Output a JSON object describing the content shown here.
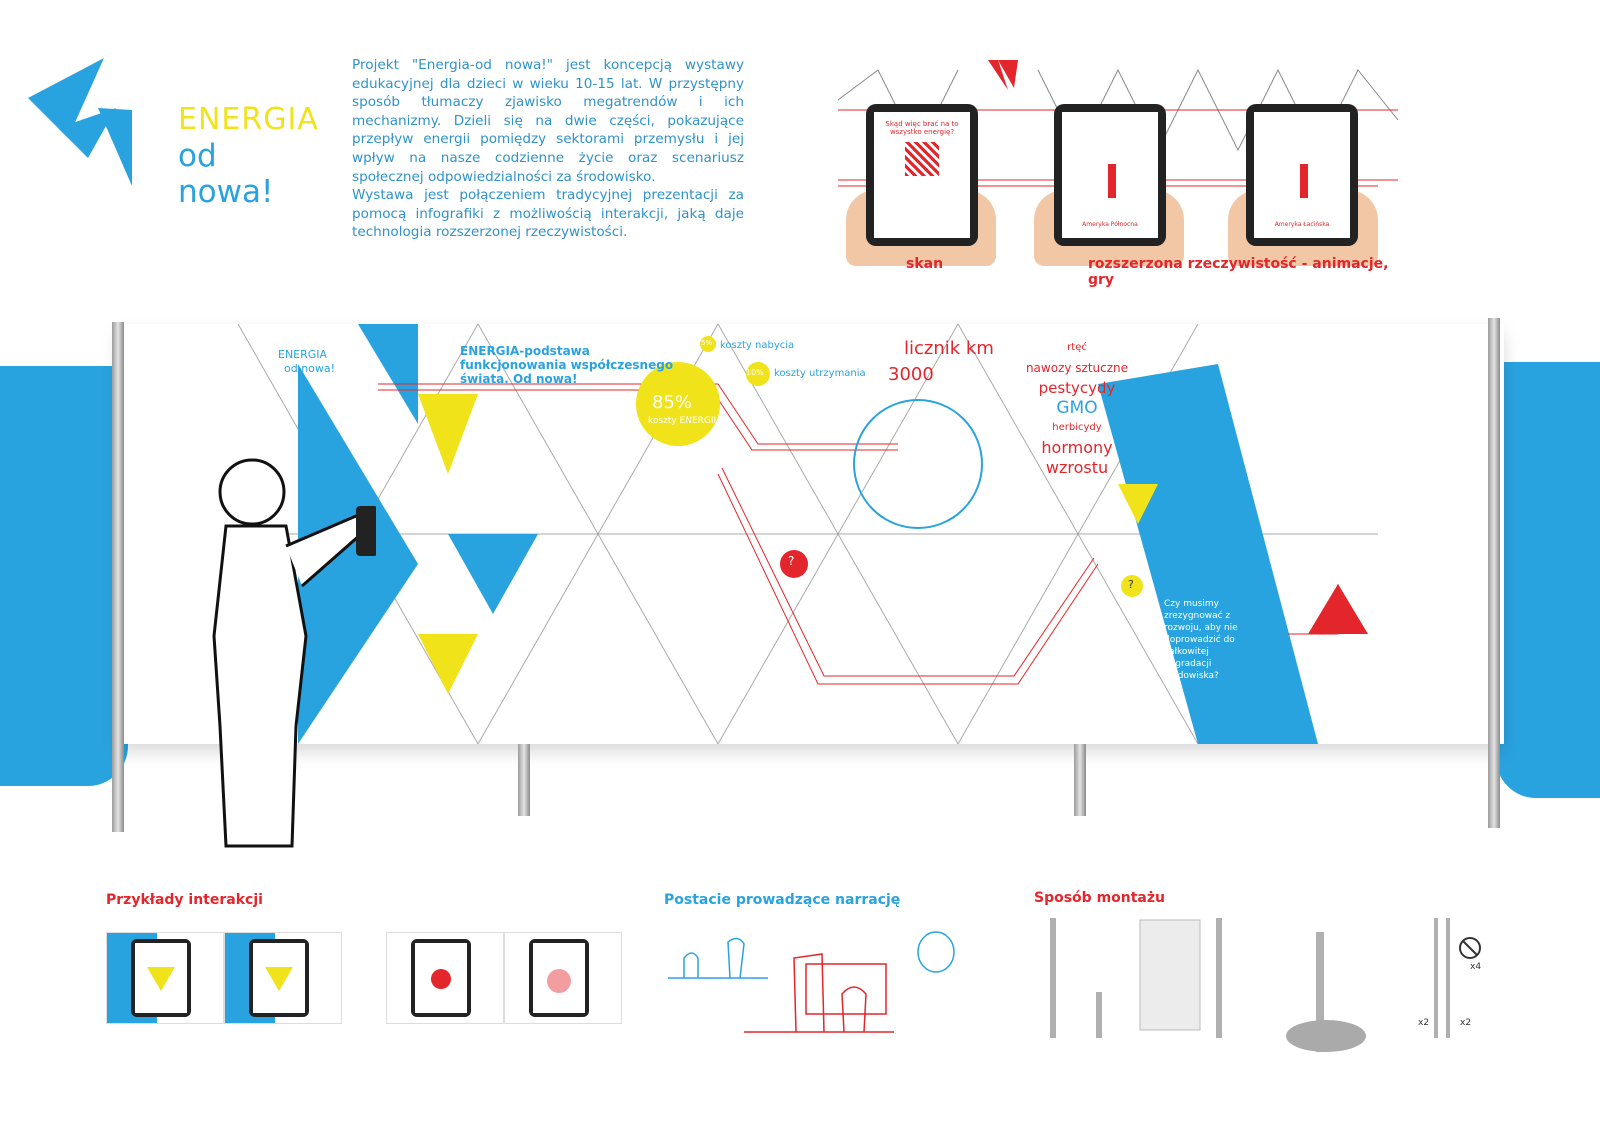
{
  "logo": {
    "line1": "ENERGIA",
    "line2": "od nowa!"
  },
  "intro": {
    "paragraph1": "Projekt \"Energia-od nowa!\" jest koncepcją wystawy edukacyjnej dla dzieci w wieku 10-15 lat. W przystępny sposób tłumaczy zjawisko megatrendów i ich mechanizmy. Dzieli się na dwie części, pokazujące przepływ energii pomiędzy sektorami przemysłu i jej wpływ na nasze codzienne życie oraz scenariusz społecznej odpowiedzialności za środowisko.",
    "paragraph2": "Wystawa jest połączeniem tradycyjnej prezentacji za pomocą infografiki z możliwością interakcji, jaką daje technologia rozszerzonej rzeczywistości."
  },
  "tablets": {
    "scan_label": "skan",
    "ar_label": "rozszerzona rzeczywistość - animacje, gry",
    "scan_screen_text": "Skąd więc brać na to wszystko energię?",
    "nav_label_1": "Ameryka Północna",
    "nav_label_2": "Ameryka Łacińska"
  },
  "wall": {
    "logo_line1": "ENERGIA",
    "logo_line2": "od nowa!",
    "headline": "ENERGIA-podstawa funkcjonowania współczesnego świata. Od nowa!",
    "percent_big": "85%",
    "percent_big_caption": "koszty ENERGII",
    "percent_small_1": "5%",
    "label_small_1": "koszty nabycia",
    "percent_small_2": "10%",
    "label_small_2": "koszty utrzymania",
    "counter_title": "licznik km",
    "counter_value": "3000",
    "chem_1": "rtęć",
    "chem_2": "nawozy sztuczne",
    "chem_3": "pestycydy",
    "chem_4": "GMO",
    "chem_5": "herbicydy",
    "chem_6": "hormony",
    "chem_7": "wzrostu",
    "question_mark": "?",
    "question_text": "Czy musimy zrezygnować z rozwoju, aby nie doprowadzić do całkowitej degradacji środowiska?"
  },
  "sections": {
    "interactions_title": "Przykłady interakcji",
    "characters_title": "Postacie prowadzące narrację",
    "assembly_title": "Sposób montażu",
    "qty_x4": "x4",
    "qty_x2a": "x2",
    "qty_x2b": "x2"
  },
  "colors": {
    "blue": "#29a3e0",
    "yellow": "#f0e31a",
    "red": "#e3262b"
  }
}
